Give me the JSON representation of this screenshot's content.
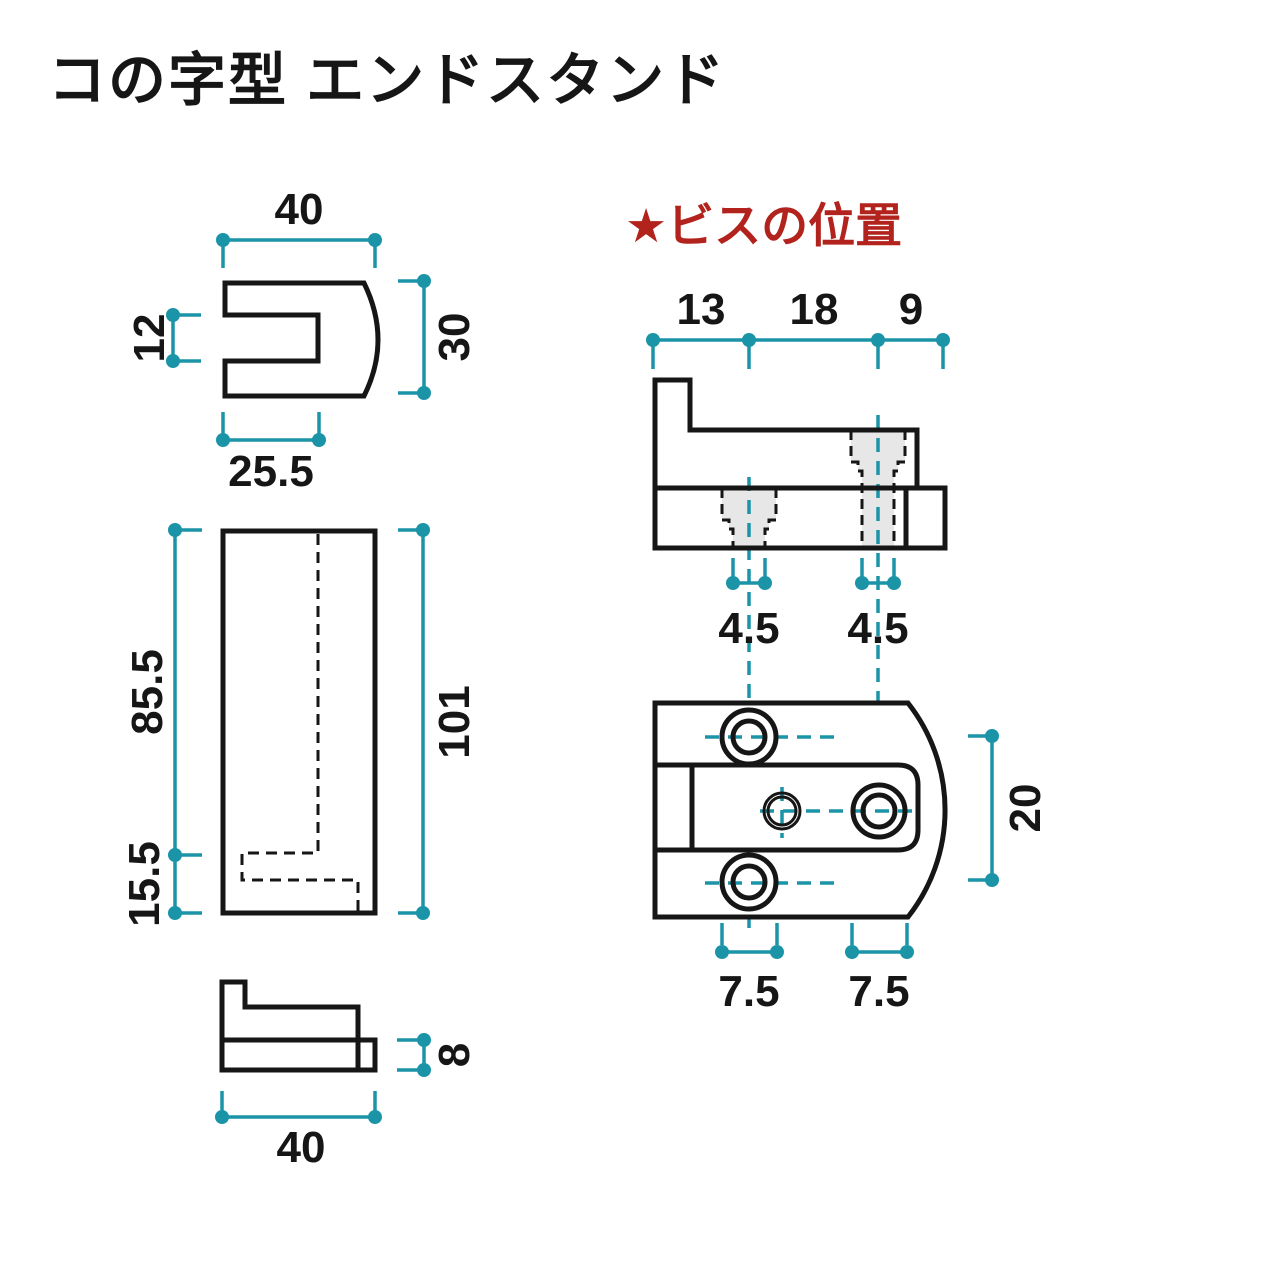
{
  "title": "コの字型 エンドスタンド",
  "note": {
    "label": "★ビスの位置"
  },
  "colors": {
    "line": "#161616",
    "dimension_teal": "#1b94a8",
    "note_red": "#b3231d",
    "screw_fill": "#e7e7e7",
    "background": "#ffffff"
  },
  "front_view": {
    "width": "40",
    "height": "30",
    "slot_height": "12",
    "slot_depth": "25.5"
  },
  "side_view": {
    "upper": "85.5",
    "lower": "15.5",
    "total": "101"
  },
  "profile_view": {
    "width": "40",
    "base_thickness": "8"
  },
  "screw_section": {
    "seg_left": "13",
    "seg_center": "18",
    "seg_right": "9",
    "hole_left": "4.5",
    "hole_right": "4.5"
  },
  "screw_plan": {
    "hole_span": "20",
    "left_hole_dia": "7.5",
    "right_hole_dia": "7.5"
  }
}
